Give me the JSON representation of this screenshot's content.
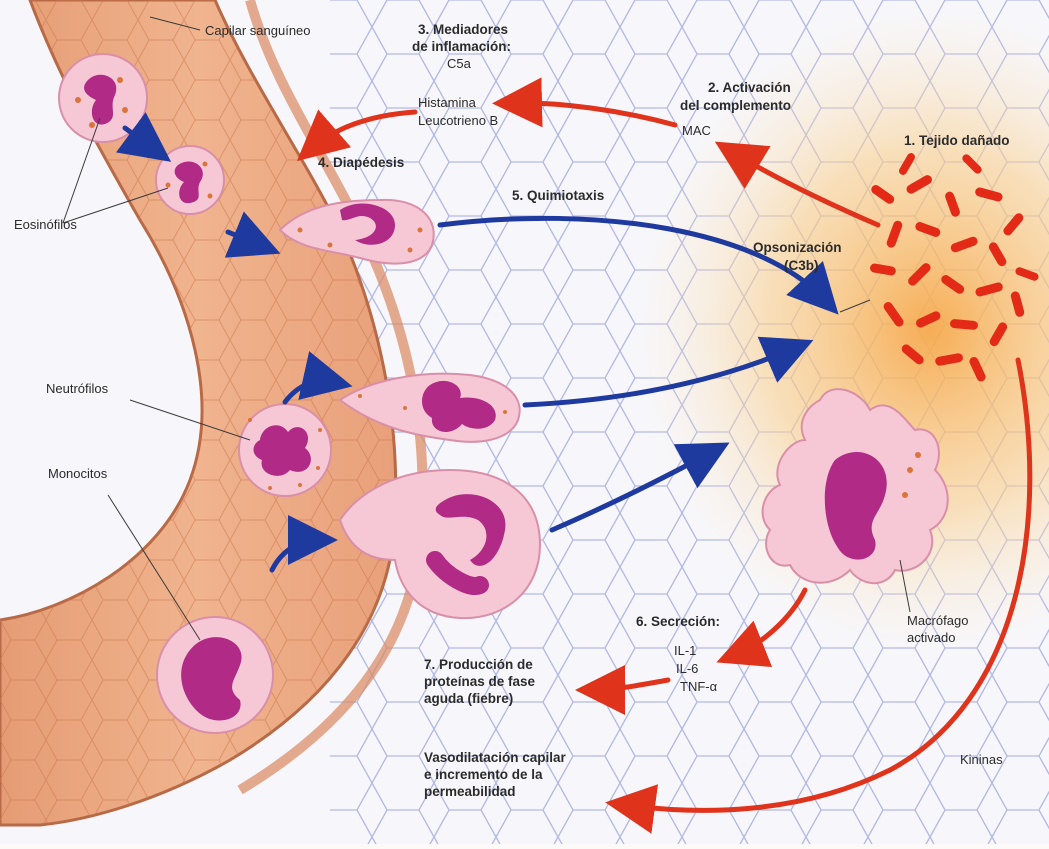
{
  "labels": {
    "capillary": "Capilar sanguíneo",
    "eosinophils": "Eosinófilos",
    "neutrophils": "Neutrófilos",
    "monocytes": "Monocitos",
    "mediators_title_1": "3. Mediadores",
    "mediators_title_2": "de inflamación:",
    "c5a": "C5a",
    "histamine": "Histamina",
    "leukotriene": "Leucotrieno B",
    "complement_1": "2. Activación",
    "complement_2": "del complemento",
    "mac": "MAC",
    "damaged_tissue": "1. Tejido dañado",
    "diapedesis": "4. Diapédesis",
    "chemotaxis": "5. Quimiotaxis",
    "opsonization_1": "Opsonización",
    "opsonization_2": "(C3b)",
    "secretion": "6. Secreción:",
    "il1": "IL-1",
    "il6": "IL-6",
    "tnf": "TNF-α",
    "acute_phase_1": "7. Producción de",
    "acute_phase_2": "proteínas de fase",
    "acute_phase_3": "aguda (fiebre)",
    "macrophage_1": "Macrófago",
    "macrophage_2": "activado",
    "vasodilation_1": "Vasodilatación capilar",
    "vasodilation_2": "e incremento de la",
    "vasodilation_3": "permeabilidad",
    "kinins": "Kininas"
  },
  "colors": {
    "capillary": "#e9a47e",
    "capillary_inner": "#f1b994",
    "cell_cytoplasm": "#f6c8d6",
    "nucleus": "#b02a86",
    "granule": "#d9743a",
    "blue_arrow": "#1f3a9e",
    "red_arrow": "#e0331c",
    "bacteria": "#e32a17",
    "tissue_grid": "#8f9ad8",
    "tissue_glow": "#f8c27a"
  }
}
